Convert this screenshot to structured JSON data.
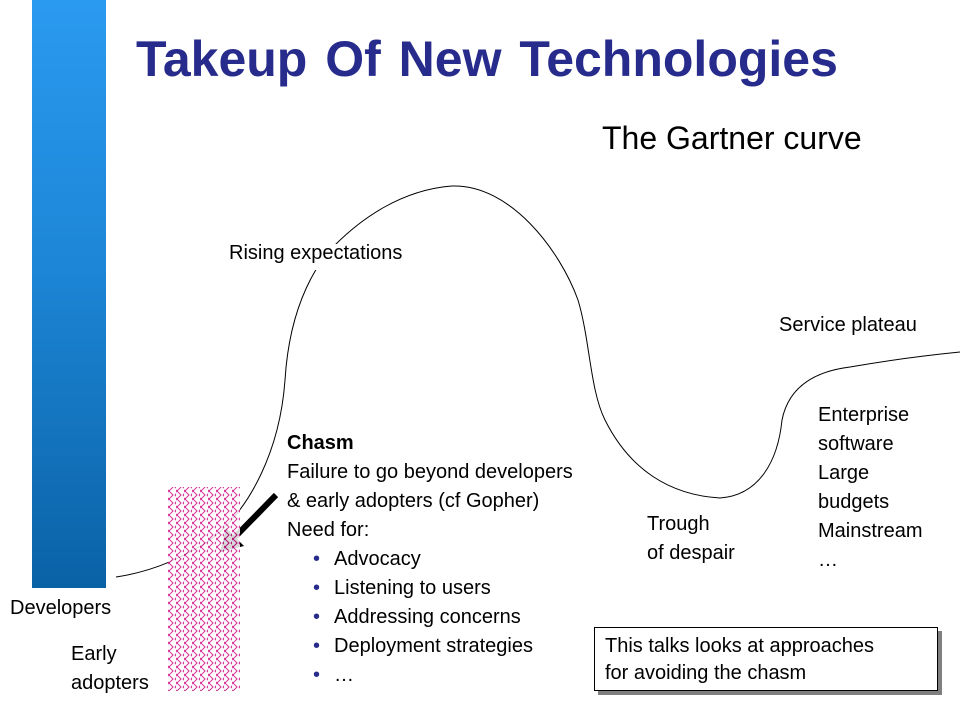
{
  "slide": {
    "title": "Takeup Of  New Technologies",
    "subtitle": "The Gartner curve"
  },
  "curve_labels": {
    "rising": "Rising expectations",
    "plateau": "Service plateau",
    "trough_line1": "Trough",
    "trough_line2": "of despair",
    "developers": "Developers",
    "early_line1": "Early",
    "early_line2": "adopters"
  },
  "chasm": {
    "heading": "Chasm",
    "lines": [
      "Failure to go beyond developers",
      "& early adopters (cf Gopher)",
      "Need for:"
    ],
    "bullets": [
      "Advocacy",
      "Listening to users",
      "Addressing concerns",
      "Deployment strategies",
      "…"
    ]
  },
  "enterprise": {
    "lines": [
      "Enterprise",
      "software",
      "Large",
      "budgets",
      "Mainstream",
      "…"
    ]
  },
  "note": {
    "line1": "This talks looks at approaches",
    "line2": "for avoiding the chasm"
  },
  "colors": {
    "title": "#262b8c",
    "bar_top": "#2a9af0",
    "bar_bottom": "#0a62a6",
    "hatch": "#d21f8e"
  }
}
